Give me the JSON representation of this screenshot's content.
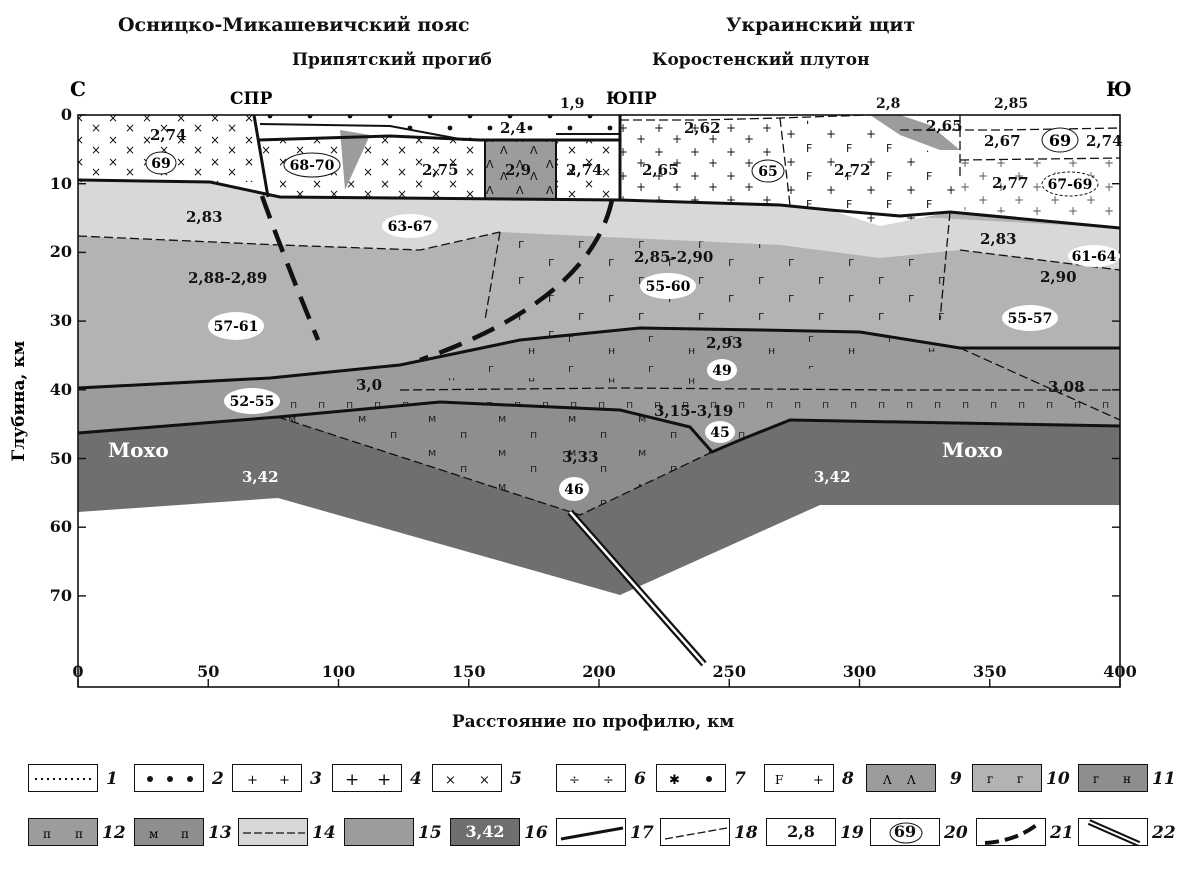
{
  "header": {
    "region_left": "Осницко-Микашевичский пояс",
    "region_right": "Украинский щит",
    "subregion_left": "Припятский прогиб",
    "subregion_right": "Коростенский плутон"
  },
  "profile": {
    "left_end": "С",
    "right_end": "Ю",
    "fault_1": "СПР",
    "fault_2": "ЮПР"
  },
  "axes": {
    "ylabel": "Глубина, км",
    "xlabel": "Расстояние по профилю, км",
    "y_ticks": [
      "0",
      "10",
      "20",
      "30",
      "40",
      "50",
      "60",
      "70"
    ],
    "x_ticks": [
      "0",
      "50",
      "100",
      "150",
      "200",
      "250",
      "300",
      "350",
      "400"
    ]
  },
  "moho_labels": [
    "Мохо",
    "Мохо"
  ],
  "densities": {
    "d_274_left": "2,74",
    "d_24": "2,4",
    "d_19": "1,9",
    "d_275": "2,75",
    "d_29": "2,9",
    "d_274_mid": "2,74",
    "d_262": "2,62",
    "d_265a": "2,65",
    "d_272": "2,72",
    "d_28": "2,8",
    "d_285": "2,85",
    "d_265b": "2,65",
    "d_267": "2,67",
    "d_274_right": "2,74",
    "d_277": "2,77",
    "d_283_left": "2,83",
    "d_288": "2,88-2,89",
    "d_285_290": "2,85-2,90",
    "d_283_right": "2,83",
    "d_290": "2,90",
    "d_293": "2,93",
    "d_30": "3,0",
    "d_308": "3,08",
    "d_315": "3,15-3,19",
    "d_333": "3,33",
    "d_342_left": "3,42",
    "d_342_right": "3,42"
  },
  "velocities": {
    "v_69_left": "69",
    "v_68_70": "68-70",
    "v_65": "65",
    "v_69_right": "69",
    "v_67_69": "67-69",
    "v_63_67": "63-67",
    "v_55_60": "55-60",
    "v_57_61": "57-61",
    "v_61_64": "61-64",
    "v_55_57": "55-57",
    "v_49": "49",
    "v_52_55": "52-55",
    "v_45": "45",
    "v_46": "46"
  },
  "legend": {
    "items": [
      "1",
      "2",
      "3",
      "4",
      "5",
      "6",
      "7",
      "8",
      "9",
      "10",
      "11",
      "12",
      "13",
      "14",
      "15",
      "16",
      "17",
      "18",
      "19",
      "20",
      "21",
      "22"
    ],
    "sample_density": "3,42",
    "sample_density_2": "2,8",
    "sample_velocity": "69"
  },
  "colors": {
    "light_gray": "#d8d8d8",
    "mid_gray": "#b3b3b3",
    "upper_dark": "#9c9c9c",
    "lower_dark": "#8e8e8e",
    "mantle": "#6f6f6f"
  }
}
